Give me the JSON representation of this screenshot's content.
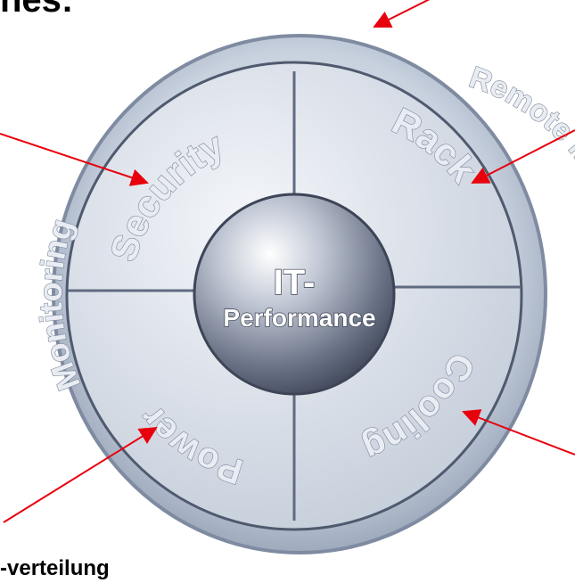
{
  "fragments": {
    "top": "nes:",
    "bottom": "-verteilung"
  },
  "center": {
    "line1": "IT-",
    "line2": "Performance"
  },
  "inner_ring": {
    "security": "Security",
    "rack": "Rack",
    "cooling": "Cooling",
    "power": "Power"
  },
  "outer_ring": {
    "monitoring": "Monitoring",
    "remote_management": "Remote Management"
  },
  "colors": {
    "arrow": "#e8000d",
    "ring_fill": "#c9d2de",
    "ring_edge": "#8f9bb0",
    "divider": "#5f6b80"
  }
}
